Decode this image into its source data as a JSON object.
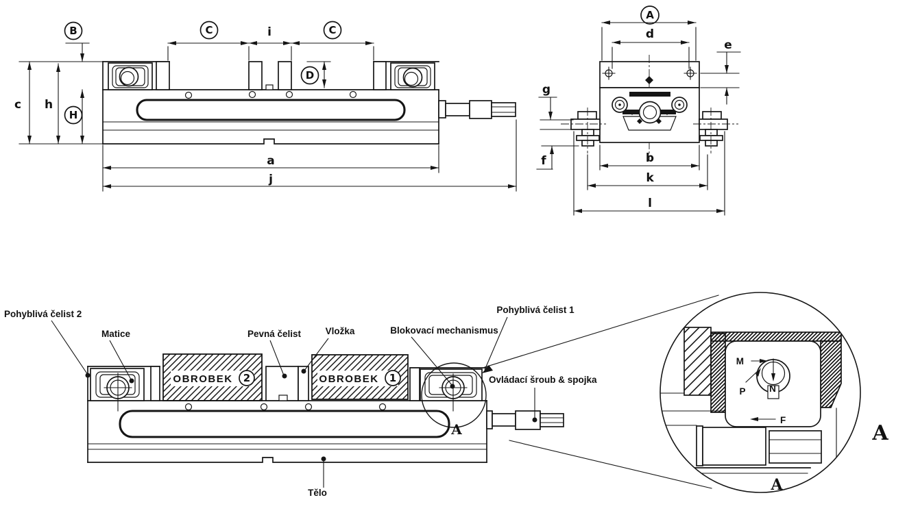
{
  "side_view": {
    "dim_circle_b": "B",
    "dim_c_left": "C",
    "dim_i": "i",
    "dim_c_right": "C",
    "dim_circle_d": "D",
    "dim_circle_h": "H",
    "dim_c": "c",
    "dim_h": "h",
    "dim_a": "a",
    "dim_j": "j"
  },
  "end_view": {
    "dim_circle_a": "A",
    "dim_d": "d",
    "dim_e": "e",
    "dim_g": "g",
    "dim_f": "f",
    "dim_b": "b",
    "dim_k": "k",
    "dim_l": "l"
  },
  "assembly": {
    "label_movable_jaw_2": "Pohyblivá čelist 2",
    "label_nut": "Matice",
    "label_fixed_jaw": "Pevná čelist",
    "label_insert": "Vložka",
    "label_locking_mechanism": "Blokovací mechanismus",
    "label_movable_jaw_1": "Pohyblivá čelist 1",
    "label_drive_screw": "Ovládací šroub & spojka",
    "label_body": "Tělo",
    "workpiece_text": "OBROBEK",
    "workpiece_1_num": "1",
    "workpiece_2_num": "2",
    "detail_callout": "A"
  },
  "detail": {
    "label_m": "M",
    "label_n": "N",
    "label_p": "P",
    "label_f": "F",
    "section_label_small": "A",
    "section_label_big": "A"
  }
}
